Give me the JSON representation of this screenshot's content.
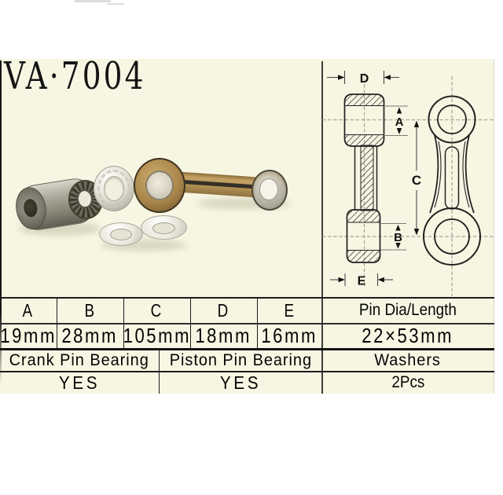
{
  "page": {
    "title": "VA·7004"
  },
  "diagram": {
    "labels": {
      "d": "D",
      "a": "A",
      "c": "C",
      "b": "B",
      "e": "E"
    }
  },
  "table": {
    "headers": [
      "A",
      "B",
      "C",
      "D",
      "E",
      "Pin Dia/Length"
    ],
    "values": [
      "19mm",
      "28mm",
      "105mm",
      "18mm",
      "16mm",
      "22×53mm"
    ],
    "bearing_headers": [
      "Crank Pin Bearing",
      "Piston Pin Bearing",
      "Washers"
    ],
    "bearing_values": [
      "YES",
      "YES",
      "2Pcs"
    ]
  },
  "colors": {
    "page_background": "#f7f6e3",
    "rod_brass": "#ab8950",
    "metal_gray": "#9b988b",
    "line": "#1c1c1c"
  }
}
